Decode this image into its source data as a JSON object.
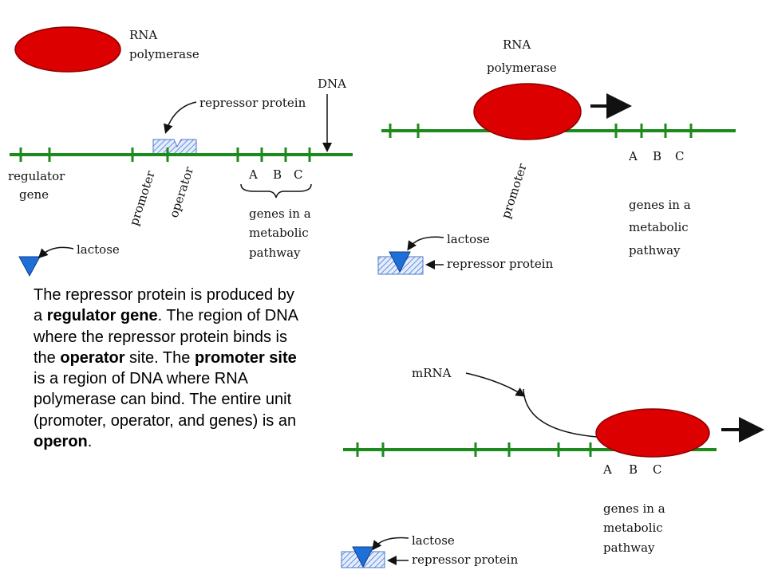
{
  "colors": {
    "dna": "#1c8a1c",
    "polymerase": "#dd0000",
    "lactose": "#1f6fd8",
    "repressor_hatch": "#4a78c8"
  },
  "panel1": {
    "rna_polymerase_line1": "RNA",
    "rna_polymerase_line2": "polymerase",
    "repressor_label": "repressor protein",
    "dna_label": "DNA",
    "regulator_line1": "regulator",
    "regulator_line2": "gene",
    "promoter": "promoter",
    "operator": "operator",
    "gene_a": "A",
    "gene_b": "B",
    "gene_c": "C",
    "genes_line1": "genes in a",
    "genes_line2": "metabolic",
    "genes_line3": "pathway",
    "lactose": "lactose"
  },
  "panel2": {
    "rna_polymerase_line1": "RNA",
    "rna_polymerase_line2": "polymerase",
    "promoter": "promoter",
    "gene_a": "A",
    "gene_b": "B",
    "gene_c": "C",
    "genes_line1": "genes in a",
    "genes_line2": "metabolic",
    "genes_line3": "pathway",
    "lactose": "lactose",
    "repressor_label": "repressor protein"
  },
  "panel3": {
    "mrna": "mRNA",
    "gene_a": "A",
    "gene_b": "B",
    "gene_c": "C",
    "genes_line1": "genes in a",
    "genes_line2": "metabolic",
    "genes_line3": "pathway",
    "lactose": "lactose",
    "repressor_label": "repressor protein"
  },
  "description": {
    "t1": "The repressor protein is produced by a ",
    "b1": "regulator gene",
    "t2": ". The region of DNA where the repressor protein binds is the ",
    "b2": "operator",
    "t3": " site. The ",
    "b3": "promoter site",
    "t4": " is a region of DNA where RNA polymerase can bind. The entire unit (promoter, operator, and genes) is an ",
    "b4": "operon",
    "t5": "."
  }
}
